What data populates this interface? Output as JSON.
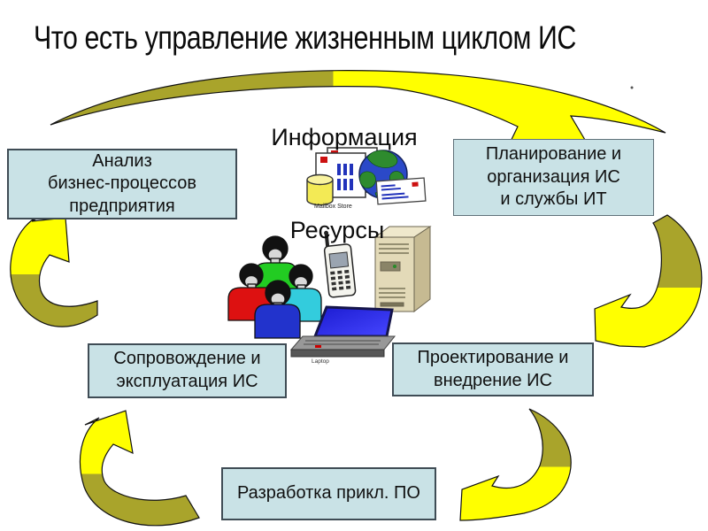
{
  "title": "Что есть управление жизненным циклом ИС",
  "center": {
    "information": "Информация",
    "resources": "Ресурсы"
  },
  "boxes": {
    "analysis": {
      "label": "Анализ\nбизнес-процессов\nпредприятия"
    },
    "planning": {
      "label": "Планирование и\nорганизация ИС\nи службы ИТ"
    },
    "maintenance": {
      "label": "Сопровождение и\nэксплуатация ИС"
    },
    "design": {
      "label": "Проектирование и\nвнедрение ИС"
    },
    "development": {
      "label": "Разработка прикл. ПО"
    }
  },
  "clipart": {
    "mailbox_caption": "Mailbox Store",
    "laptop_caption": "Laptop"
  },
  "colors": {
    "arrow_olive": "#a9a42b",
    "arrow_yellow": "#ffff00",
    "box_fill": "#c9e2e6",
    "box_border": "#3f4c55",
    "slide_background": "#ffffff"
  }
}
